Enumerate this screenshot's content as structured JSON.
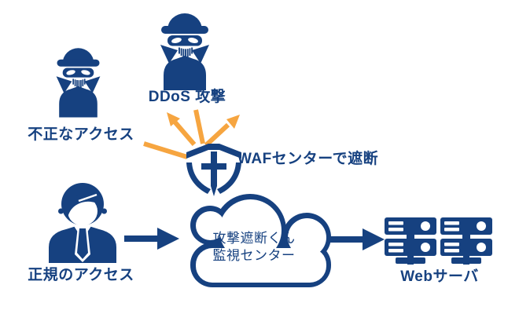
{
  "colors": {
    "navy": "#164180",
    "orange": "#f6a540",
    "background": "#ffffff"
  },
  "actors": {
    "unauthorized": {
      "label": "不正なアクセス",
      "icon": "masked-attacker-icon"
    },
    "ddos": {
      "label": "DDoS 攻撃",
      "icon": "masked-attacker-icon"
    },
    "legitimate": {
      "label": "正規のアクセス",
      "icon": "business-user-icon"
    }
  },
  "waf": {
    "label": "WAFセンターで遮断",
    "icon": "shield-cross-icon"
  },
  "cloud": {
    "line1": "攻撃遮断くん",
    "line2": "監視センター",
    "icon": "cloud-icon"
  },
  "server": {
    "label": "Webサーバ",
    "icon": "server-rack-icon"
  }
}
